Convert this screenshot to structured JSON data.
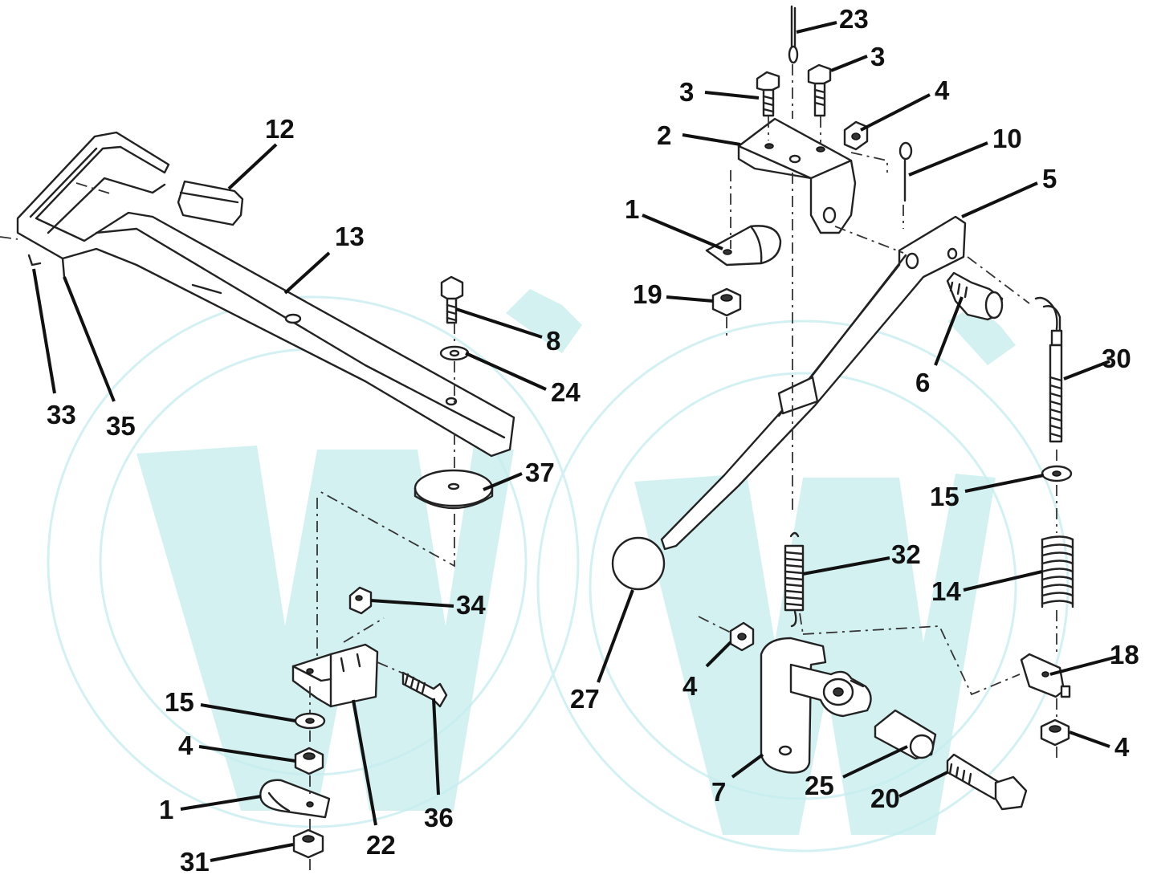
{
  "diagram": {
    "callouts": [
      {
        "id": "c23",
        "label": "23"
      },
      {
        "id": "c3a",
        "label": "3"
      },
      {
        "id": "c3b",
        "label": "3"
      },
      {
        "id": "c4a",
        "label": "4"
      },
      {
        "id": "c2",
        "label": "2"
      },
      {
        "id": "c10",
        "label": "10"
      },
      {
        "id": "c5",
        "label": "5"
      },
      {
        "id": "c1a",
        "label": "1"
      },
      {
        "id": "c19",
        "label": "19"
      },
      {
        "id": "c6",
        "label": "6"
      },
      {
        "id": "c30",
        "label": "30"
      },
      {
        "id": "c12",
        "label": "12"
      },
      {
        "id": "c13",
        "label": "13"
      },
      {
        "id": "c8",
        "label": "8"
      },
      {
        "id": "c24",
        "label": "24"
      },
      {
        "id": "c33",
        "label": "33"
      },
      {
        "id": "c35",
        "label": "35"
      },
      {
        "id": "c37",
        "label": "37"
      },
      {
        "id": "c15a",
        "label": "15"
      },
      {
        "id": "c32",
        "label": "32"
      },
      {
        "id": "c14",
        "label": "14"
      },
      {
        "id": "c34",
        "label": "34"
      },
      {
        "id": "c27",
        "label": "27"
      },
      {
        "id": "c4b",
        "label": "4"
      },
      {
        "id": "c18",
        "label": "18"
      },
      {
        "id": "c15b",
        "label": "15"
      },
      {
        "id": "c4c",
        "label": "4"
      },
      {
        "id": "c4d",
        "label": "4"
      },
      {
        "id": "c36",
        "label": "36"
      },
      {
        "id": "c1b",
        "label": "1"
      },
      {
        "id": "c22",
        "label": "22"
      },
      {
        "id": "c7",
        "label": "7"
      },
      {
        "id": "c25",
        "label": "25"
      },
      {
        "id": "c20",
        "label": "20"
      },
      {
        "id": "c31",
        "label": "31"
      }
    ],
    "colors": {
      "line": "#111111",
      "watermark": "#c6ecee"
    }
  }
}
